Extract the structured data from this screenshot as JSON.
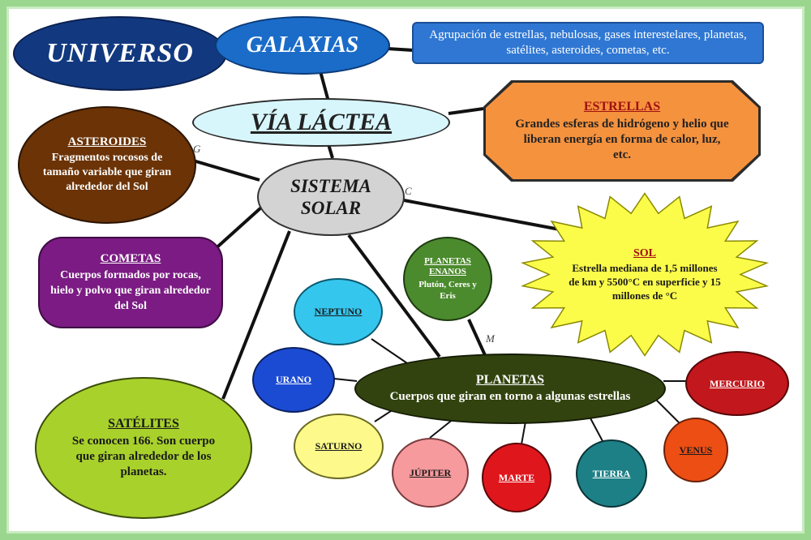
{
  "universo": {
    "label": "UNIVERSO"
  },
  "galaxias": {
    "label": "GALAXIAS",
    "description": "Agrupación de estrellas, nebulosas, gases interestelares, planetas, satélites, asteroides, cometas, etc."
  },
  "via_lactea": {
    "label": "VÍA LÁCTEA"
  },
  "estrellas": {
    "title": "ESTRELLAS",
    "description": "Grandes esferas de hidrógeno y helio que liberan energía en forma de calor, luz, etc."
  },
  "sistema_solar": {
    "line1": "SISTEMA",
    "line2": "SOLAR"
  },
  "asteroides": {
    "title": "ASTEROIDES",
    "description": "Fragmentos rocosos de tamaño variable que giran alrededor del Sol"
  },
  "cometas": {
    "title": "COMETAS",
    "description": "Cuerpos formados por rocas, hielo y polvo que giran alrededor del Sol"
  },
  "satelites": {
    "title": "SATÉLITES",
    "description": "Se conocen 166. Son cuerpo que giran alrededor de los planetas."
  },
  "sol": {
    "title": "SOL",
    "description": "Estrella mediana de 1,5 millones de km y 5500°C en superficie y 15 millones de °C"
  },
  "planetas_enanos": {
    "title": "PLANETAS ENANOS",
    "description": "Plutón, Ceres y Eris"
  },
  "planetas": {
    "title": "PLANETAS",
    "description": "Cuerpos que giran en torno a algunas estrellas"
  },
  "planet_names": {
    "neptuno": "NEPTUNO",
    "urano": "URANO",
    "saturno": "SATURNO",
    "jupiter": "JÚPITER",
    "marte": "MARTE",
    "tierra": "TIERRA",
    "venus": "VENUS",
    "mercurio": "MERCURIO"
  },
  "link_letters": {
    "asteroides": "G",
    "sol": "C",
    "planetas_enanos": "M"
  },
  "colors": {
    "universo": "#12397f",
    "galaxias": "#1a6cc8",
    "galaxias_box": "#2f77d3",
    "via_lactea": "#d7f6fc",
    "estrellas": "#f5923e",
    "sistema_solar": "#d3d3d3",
    "asteroides": "#6b3306",
    "cometas": "#7b1b83",
    "satelites": "#a8d12b",
    "sol": "#fbfb4a",
    "planetas_enanos": "#4b8a2d",
    "planetas": "#32430f",
    "neptuno": "#35c6ee",
    "urano": "#1c4bd3",
    "saturno": "#fdfa8b",
    "jupiter": "#f69a9d",
    "marte": "#e0161d",
    "tierra": "#1d8086",
    "venus": "#ed4e14",
    "mercurio": "#c2171c"
  }
}
